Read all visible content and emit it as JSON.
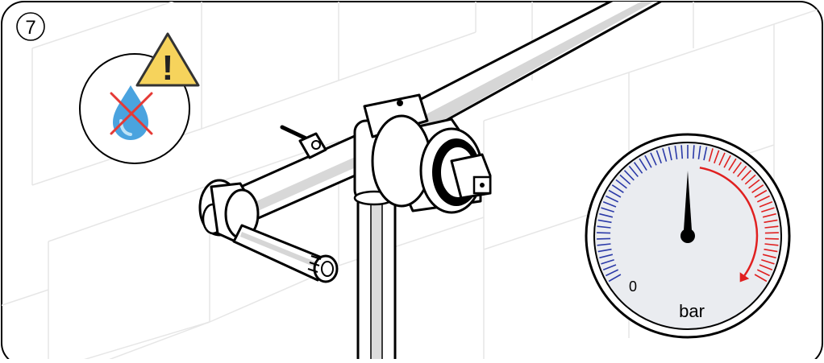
{
  "step": {
    "number": "7"
  },
  "warning": {
    "icon": "warning-triangle-icon",
    "symbol": "!",
    "no_water_icon": "no-water-drop-icon",
    "colors": {
      "triangle": "#f6d35c",
      "drop": "#4aa3df",
      "cross": "#e53935"
    }
  },
  "gauge": {
    "zero_label": "0",
    "unit_label": "bar",
    "arrow_direction": "clockwise",
    "colors": {
      "low_ticks": "#2b3aa8",
      "high_ticks": "#e02020",
      "arrow": "#e02020"
    }
  }
}
